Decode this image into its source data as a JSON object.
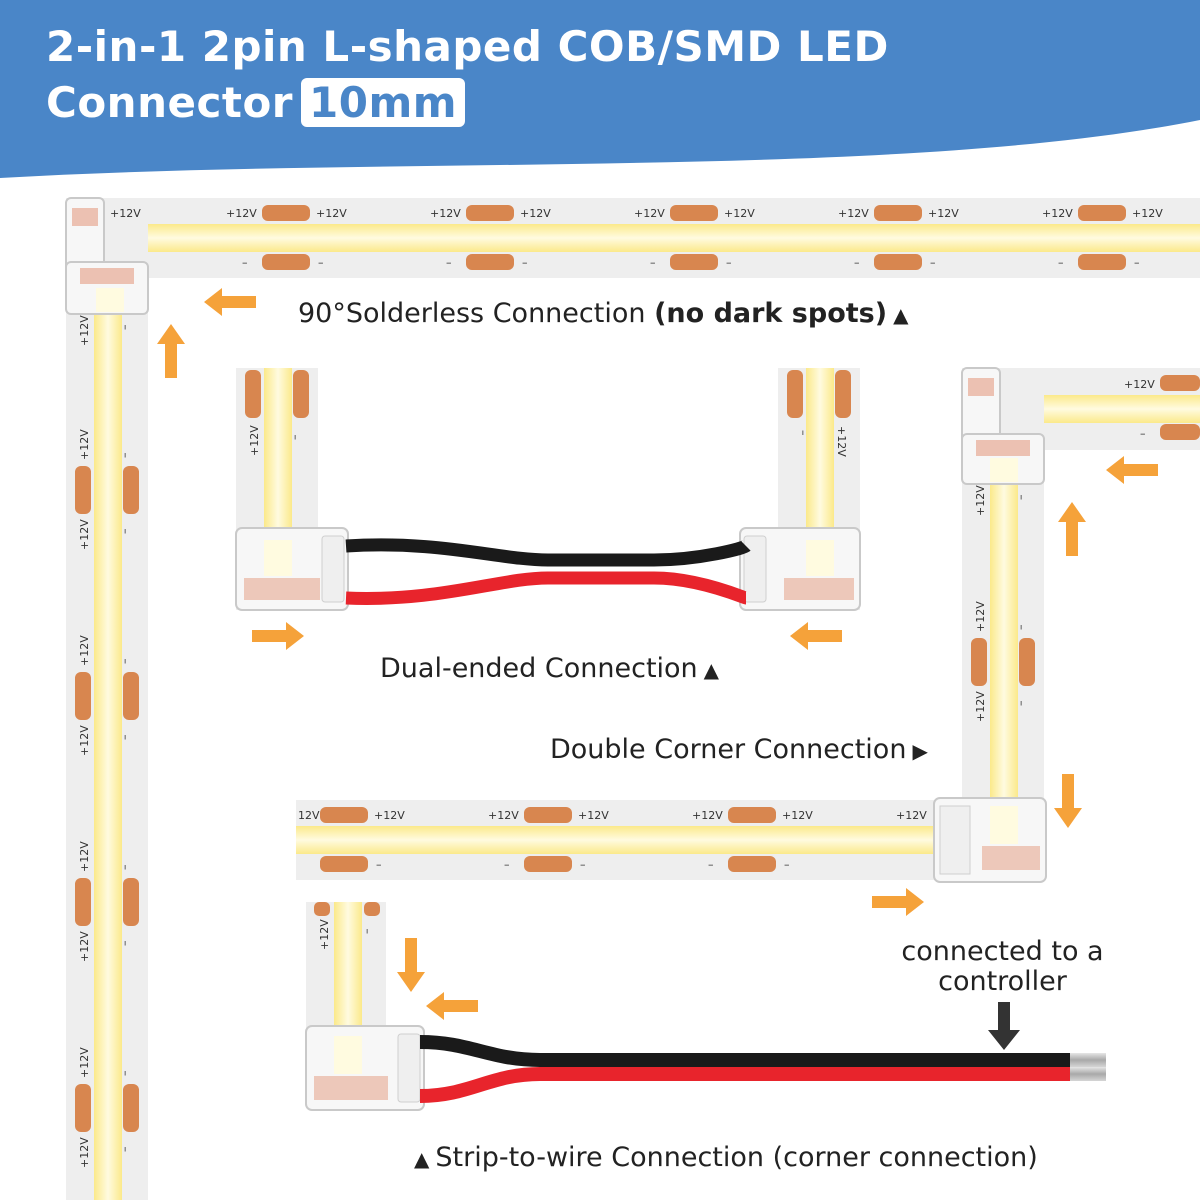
{
  "title": {
    "line1": "2-in-1 2pin L-shaped COB/SMD LED",
    "line2": "Connector",
    "badge": "10mm"
  },
  "captions": {
    "solderless": {
      "text": "90°Solderless Connection",
      "emphasis": "(no dark spots)",
      "marker": "▲"
    },
    "dual": {
      "text": "Dual-ended Connection",
      "marker": "▲"
    },
    "double_corner": {
      "text": "Double Corner Connection",
      "marker": "▶"
    },
    "controller": {
      "line1": "connected to a",
      "line2": "controller"
    },
    "strip_to_wire": {
      "marker": "▲",
      "text": "Strip-to-wire Connection (corner connection)"
    }
  },
  "strip_labels": {
    "positive": "+12V",
    "negative": "–",
    "positive_cut": "12V"
  },
  "colors": {
    "header_blue": "#4a86c8",
    "strip_base": "#eeeeee",
    "led_glow": "#fff3a8",
    "copper_pad": "#d8864f",
    "arrow_orange": "#f5a23a",
    "wire_red": "#e8242c",
    "wire_black": "#1a1a1a",
    "connector_clear": "#f4f4f4"
  }
}
